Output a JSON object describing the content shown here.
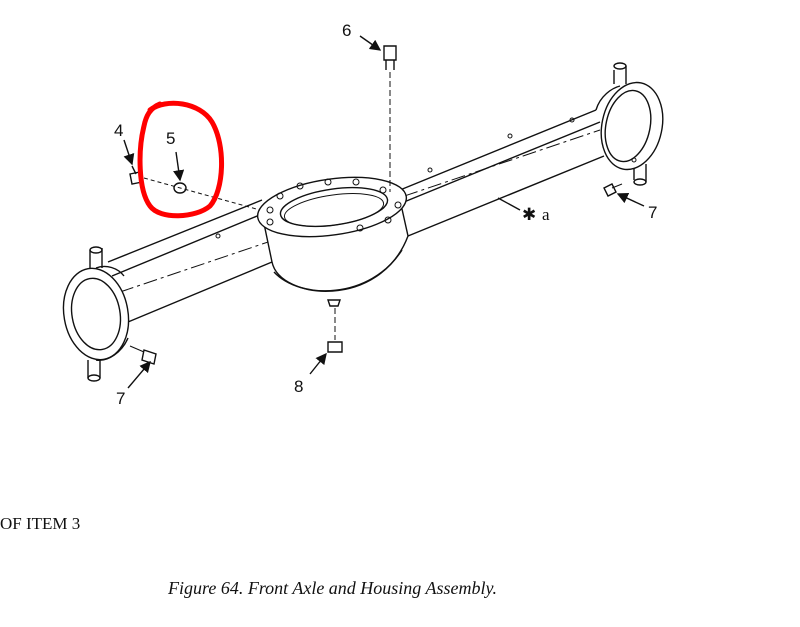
{
  "colors": {
    "ink": "#111111",
    "highlight": "#ff0000",
    "background": "#ffffff"
  },
  "callouts": {
    "item_4": "4",
    "item_5": "5",
    "item_6": "6",
    "item_7_right": "7",
    "item_7_left": "7",
    "item_8": "8",
    "marker_a": "a",
    "asterisk": "✱"
  },
  "footer": {
    "partial_text": "OF ITEM 3",
    "caption": "Figure 64.  Front Axle and Housing Assembly."
  }
}
